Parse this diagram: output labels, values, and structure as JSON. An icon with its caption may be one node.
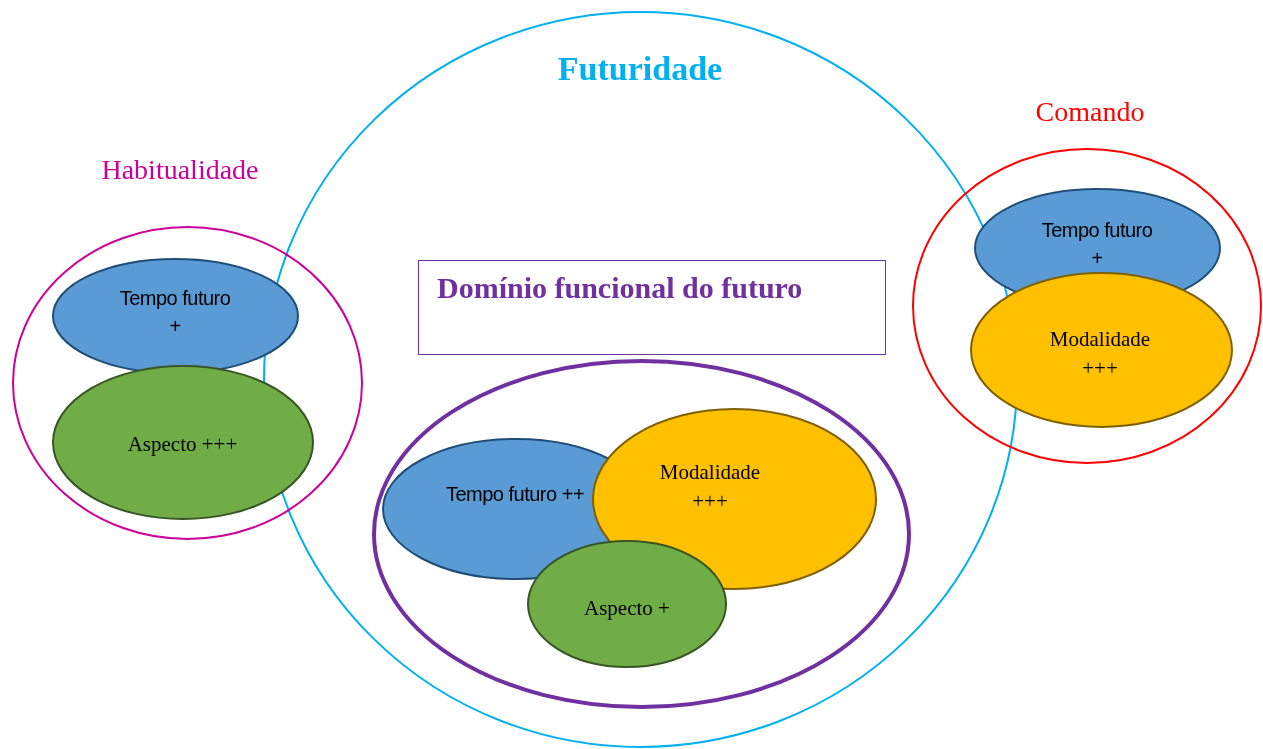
{
  "diagram": {
    "nodes": [
      {
        "text": [
          "Futuridade"
        ]
      },
      {
        "text": [
          "Habitualidade"
        ]
      },
      {
        "text": [
          "Tempo futuro +"
        ],
        "in": 1
      },
      {
        "text": [
          "Aspecto +++"
        ],
        "in": 1
      },
      {
        "text": [
          "Domínio funcional do futuro"
        ],
        "in": 0
      },
      {
        "text": [],
        "shape": "circle",
        "in": 0
      },
      {
        "text": [
          "Tempo futuro ++"
        ],
        "in": 5
      },
      {
        "text": [
          "Modalidade +++"
        ],
        "in": 5
      },
      {
        "text": [
          "Aspecto +"
        ],
        "in": 5
      },
      {
        "text": [
          "Comando"
        ]
      },
      {
        "text": [
          "Tempo futuro +"
        ],
        "in": 9
      },
      {
        "text": [
          "Modalidade +++"
        ],
        "in": 9
      }
    ]
  }
}
